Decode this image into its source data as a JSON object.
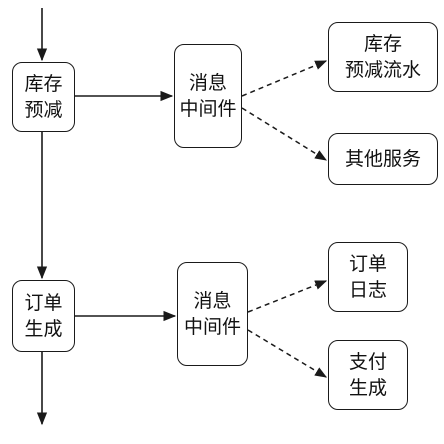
{
  "nodes": {
    "inventory_deduct": {
      "lines": [
        "库存",
        "预减"
      ]
    },
    "mq_top": {
      "lines": [
        "消息",
        "中间件"
      ]
    },
    "inventory_log": {
      "lines": [
        "库存",
        "预减流水"
      ]
    },
    "other_services": {
      "lines": [
        "其他服务"
      ]
    },
    "order_create": {
      "lines": [
        "订单",
        "生成"
      ]
    },
    "mq_bottom": {
      "lines": [
        "消息",
        "中间件"
      ]
    },
    "order_log": {
      "lines": [
        "订单",
        "日志"
      ]
    },
    "payment_create": {
      "lines": [
        "支付",
        "生成"
      ]
    }
  },
  "colors": {
    "stroke": "#1a1a1a",
    "text": "#111111",
    "background": "#ffffff"
  }
}
